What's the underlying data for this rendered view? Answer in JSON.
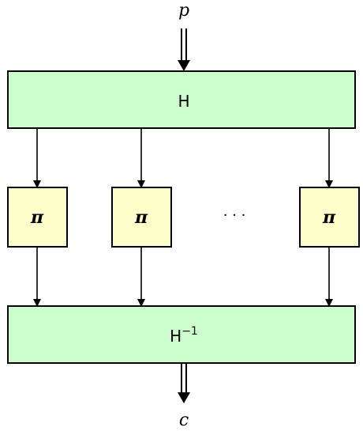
{
  "diagram": {
    "input_label": "p",
    "output_label": "c",
    "top_block_label": "H",
    "bottom_block_label": "H",
    "bottom_block_superscript": "−1",
    "sbox_label": "π",
    "ellipsis": "· · ·",
    "colors": {
      "block_fill": "#ccffcc",
      "sbox_fill": "#ffffcc",
      "stroke": "#000000"
    }
  }
}
